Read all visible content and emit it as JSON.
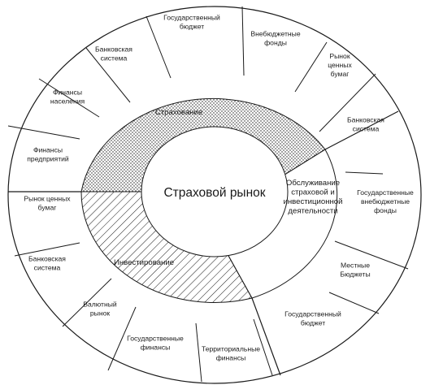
{
  "center": {
    "title": "Страховой рынок"
  },
  "inner_sectors": [
    {
      "label": "Страхование",
      "fill": "dots"
    },
    {
      "label": "Обслуживание страховой и инвестиционной деятельности",
      "fill": "none"
    },
    {
      "label": "Инвестирование",
      "fill": "hatch"
    }
  ],
  "outer_segments": [
    "Государственный бюджет",
    "Внебюджетные фонды",
    "Рынок ценных бумаг",
    "Банковская система",
    "Государственные внебюджетные фонды",
    "Местные Бюджеты",
    "Государственный бюджет",
    "Территориальные финансы",
    "Государственные финансы",
    "Валютный рынок",
    "Банковская система",
    "Рынок ценных бумаг",
    "Финансы предприятий",
    "Финансы населения",
    "Банковская система"
  ],
  "colors": {
    "stroke": "#1a1a1a",
    "text": "#1a1a1a",
    "background": "#ffffff"
  }
}
